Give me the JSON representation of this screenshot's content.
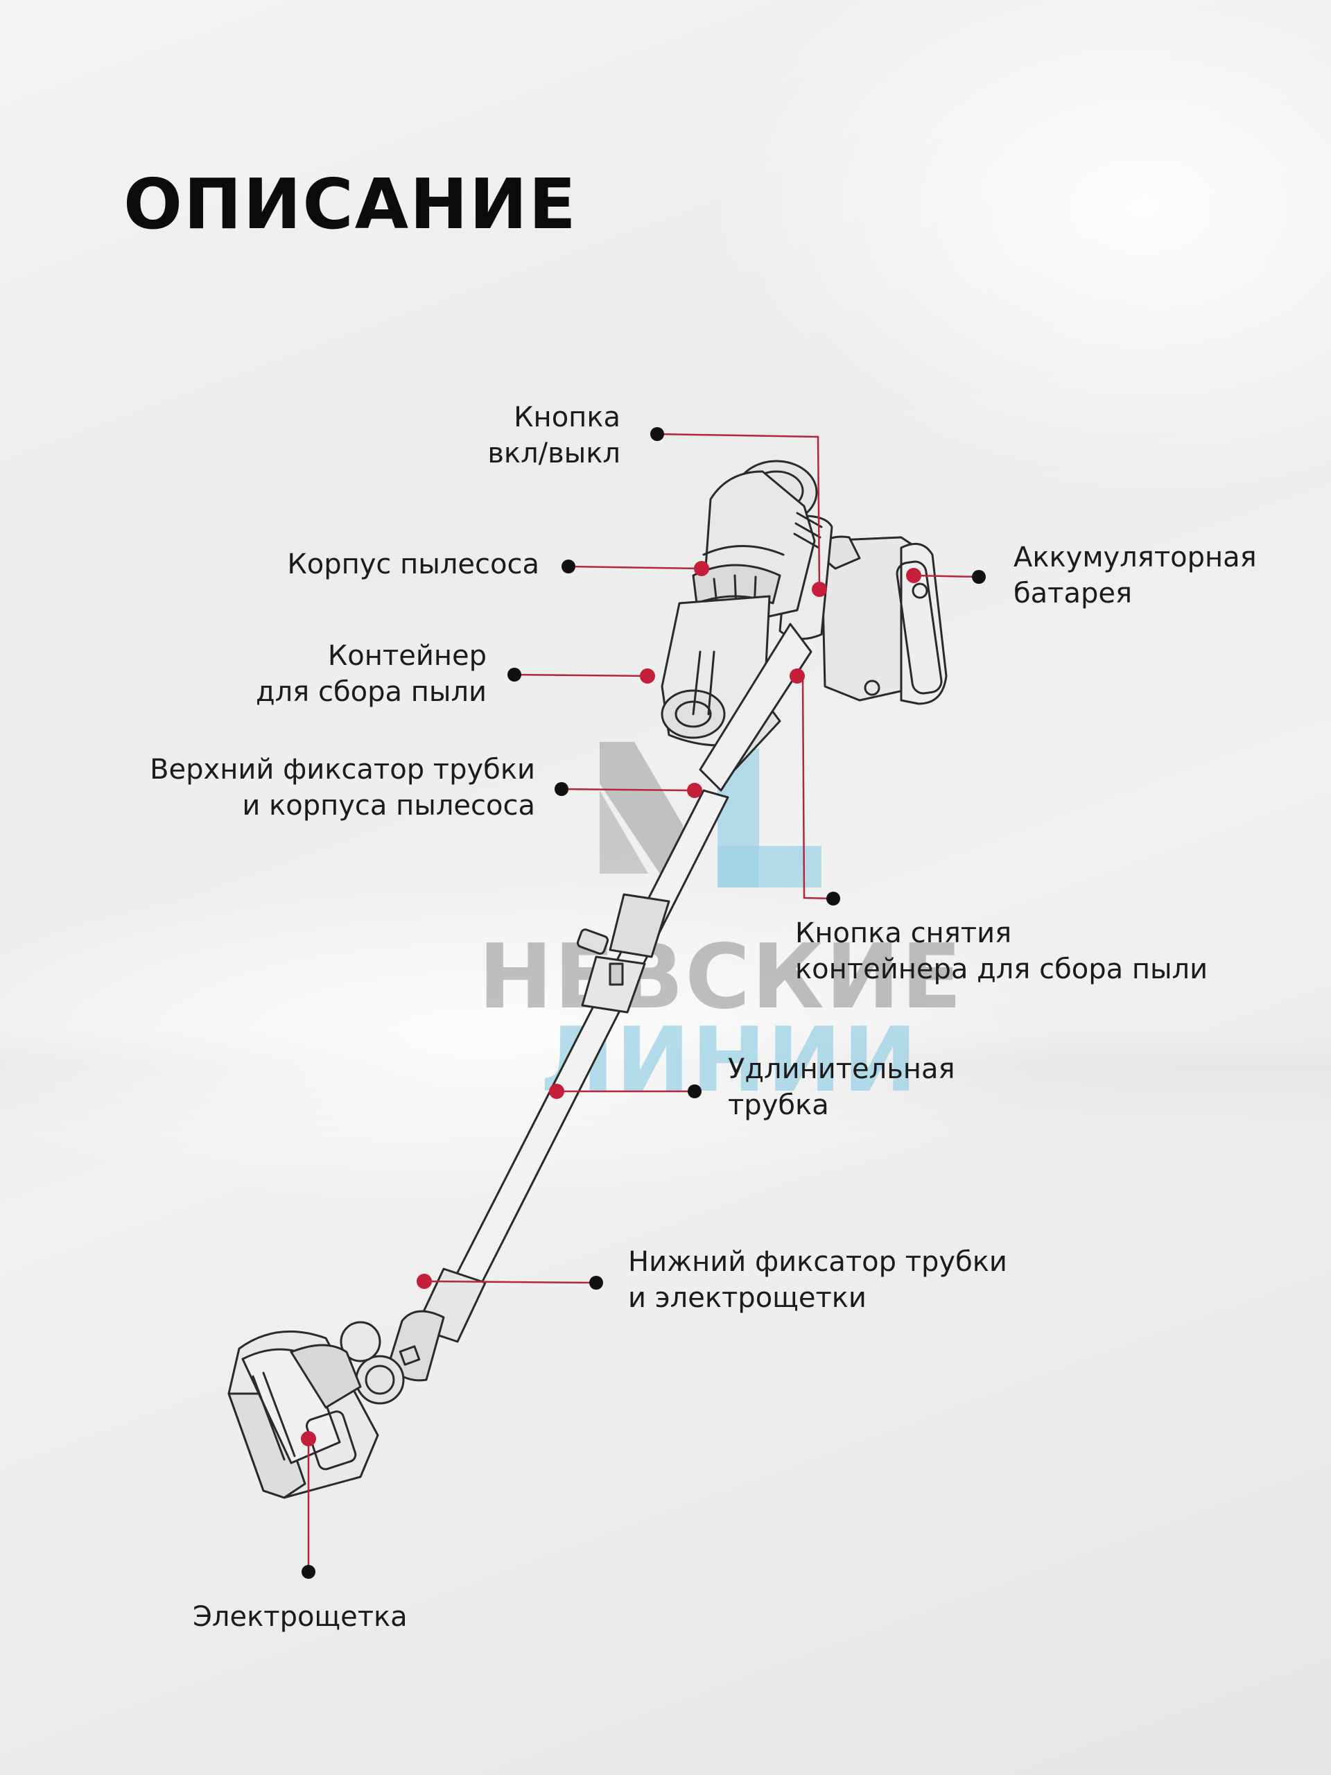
{
  "title": "ОПИСАНИЕ",
  "watermark": {
    "logo_letters": "NL",
    "line1": "НЕВСКИЕ",
    "line2": "ЛИНИИ",
    "colors": {
      "gray": "#9a9a9a",
      "blue": "#9fd3e6"
    }
  },
  "colors": {
    "leader": "#b8243c",
    "dot_marker": "#c41e3a",
    "dot_end": "#111111",
    "text": "#1b1b1b"
  },
  "labels": {
    "power_button": [
      "Кнопка",
      "вкл/выкл"
    ],
    "body": [
      "Корпус пылесоса"
    ],
    "battery": [
      "Аккумуляторная",
      "батарея"
    ],
    "dust_container": [
      "Контейнер",
      "для сбора пыли"
    ],
    "upper_lock": [
      "Верхний фиксатор трубки",
      "и корпуса пылесоса"
    ],
    "container_release": [
      "Кнопка снятия",
      "контейнера для сбора пыли"
    ],
    "extension_tube": [
      "Удлинительная",
      "трубка"
    ],
    "lower_lock": [
      "Нижний фиксатор трубки",
      "и электрощетки"
    ],
    "brush": [
      "Электрощетка"
    ]
  }
}
